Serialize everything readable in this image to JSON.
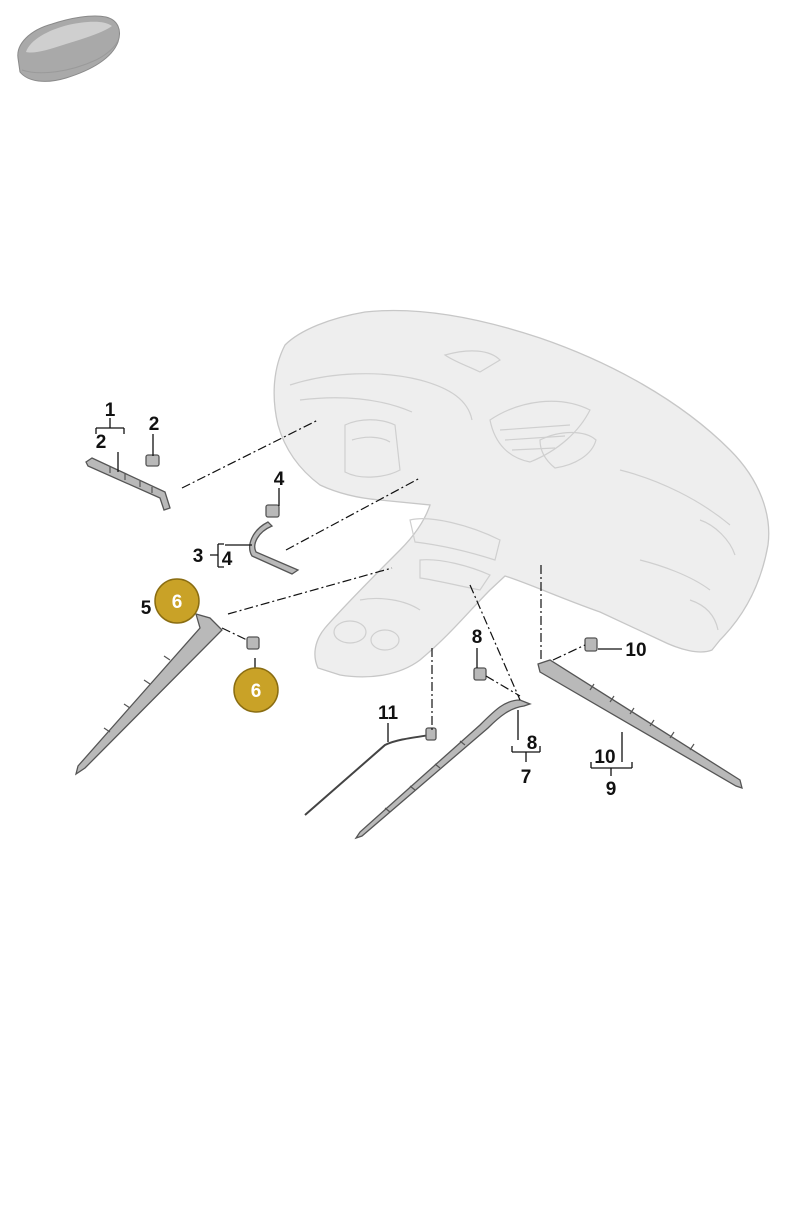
{
  "callouts": {
    "c1": "1",
    "c2a": "2",
    "c2b": "2",
    "c3": "3",
    "c4a": "4",
    "c4b": "4",
    "c5": "5",
    "c6a": "6",
    "c6b": "6",
    "c7": "7",
    "c8a": "8",
    "c8b": "8",
    "c9": "9",
    "c10a": "10",
    "c10b": "10",
    "c11": "11"
  },
  "colors": {
    "highlight": "#c9a227",
    "highlight_border": "#8a6d12"
  }
}
